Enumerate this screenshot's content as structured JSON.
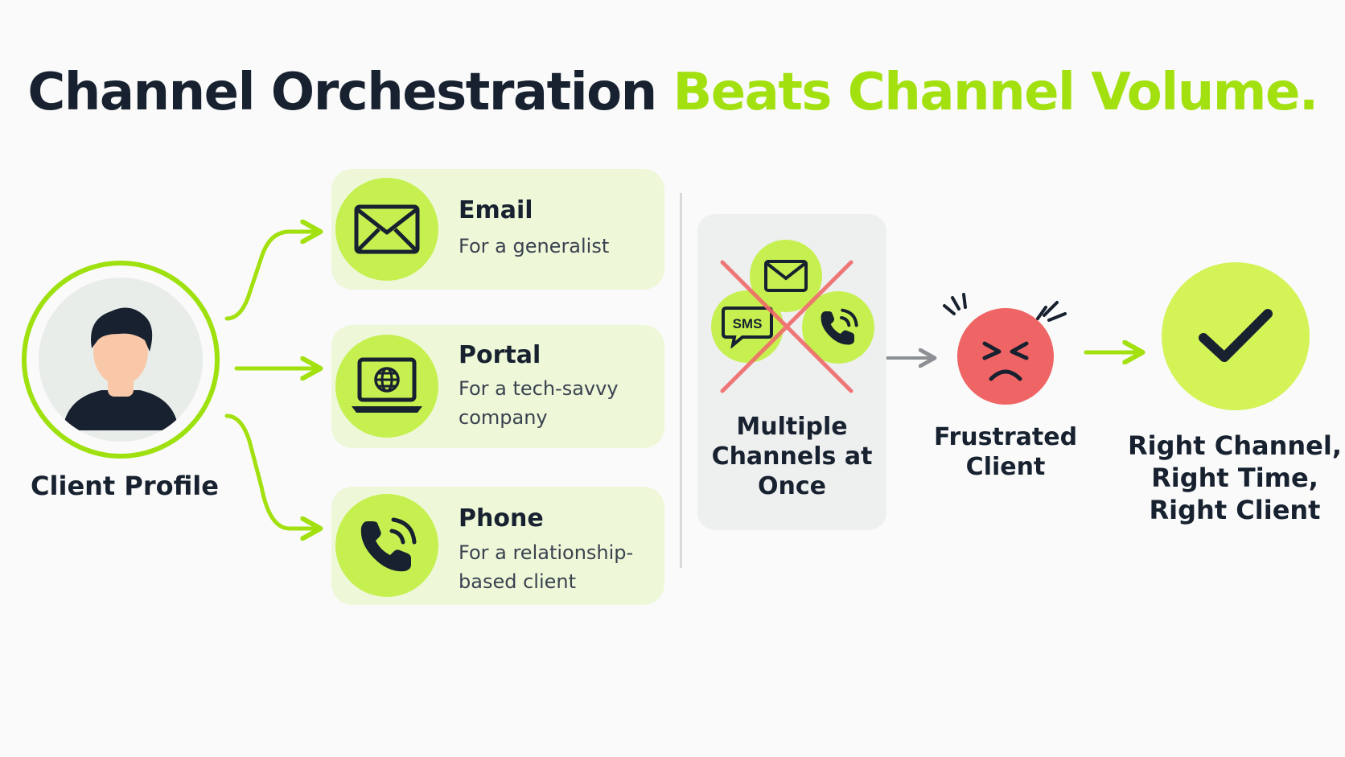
{
  "header": {
    "title_part1": "Channel Orchestration",
    "title_part2": "Beats Channel Volume."
  },
  "profile": {
    "label": "Client Profile"
  },
  "channels": [
    {
      "title": "Email",
      "subtitle": "For a generalist",
      "icon": "envelope-icon"
    },
    {
      "title": "Portal",
      "subtitle": "For a tech-savvy company",
      "icon": "laptop-globe-icon"
    },
    {
      "title": "Phone",
      "subtitle": "For a relationship-based client",
      "icon": "phone-icon"
    }
  ],
  "multi": {
    "label": "Multiple Channels at Once",
    "sms_text": "SMS"
  },
  "frustrated": {
    "label": "Frustrated Client"
  },
  "result": {
    "label": "Right Channel, Right Time, Right Client"
  },
  "colors": {
    "dark": "#17212f",
    "accent": "#a3e00f",
    "card_bg": "#eef8d8",
    "icon_bg": "#c6f050",
    "angry": "#ef6464",
    "cross": "#f06a6a",
    "check_bg": "#d3f357"
  }
}
